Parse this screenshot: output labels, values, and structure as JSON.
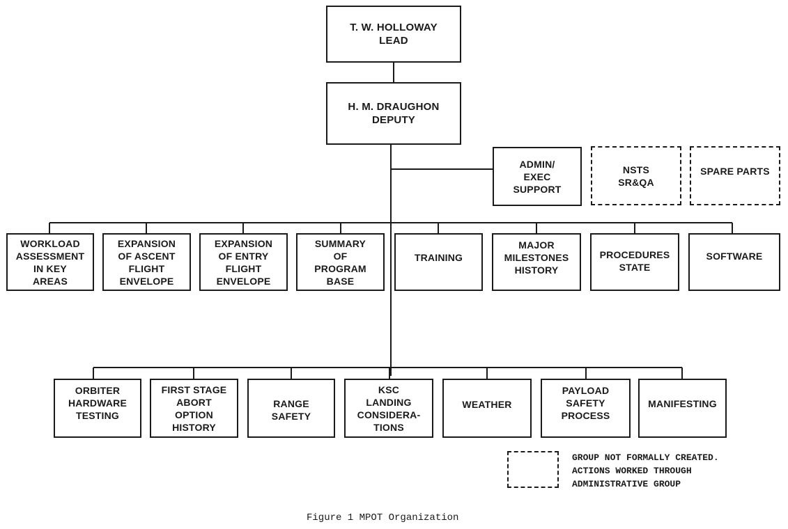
{
  "lead": "T. W. HOLLOWAY\nLEAD",
  "deputy": "H. M. DRAUGHON\nDEPUTY",
  "admin": "ADMIN/\nEXEC\nSUPPORT",
  "informal": [
    "NSTS\nSR&QA",
    "SPARE PARTS"
  ],
  "row1": [
    "WORKLOAD\nASSESSMENT\nIN KEY\nAREAS",
    "EXPANSION\nOF ASCENT\nFLIGHT\nENVELOPE",
    "EXPANSION\nOF ENTRY\nFLIGHT\nENVELOPE",
    "SUMMARY\nOF\nPROGRAM\nBASE",
    "TRAINING",
    "MAJOR\nMILESTONES\nHISTORY",
    "PROCEDURES\nSTATE",
    "SOFTWARE"
  ],
  "row2": [
    "ORBITER\nHARDWARE\nTESTING",
    "FIRST STAGE\nABORT\nOPTION\nHISTORY",
    "RANGE\nSAFETY",
    "KSC\nLANDING\nCONSIDERA-\nTIONS",
    "WEATHER",
    "PAYLOAD\nSAFETY\nPROCESS",
    "MANIFESTING"
  ],
  "legend": "GROUP NOT FORMALLY CREATED.\nACTIONS WORKED THROUGH\nADMINISTRATIVE GROUP",
  "caption": "Figure 1 MPOT Organization"
}
